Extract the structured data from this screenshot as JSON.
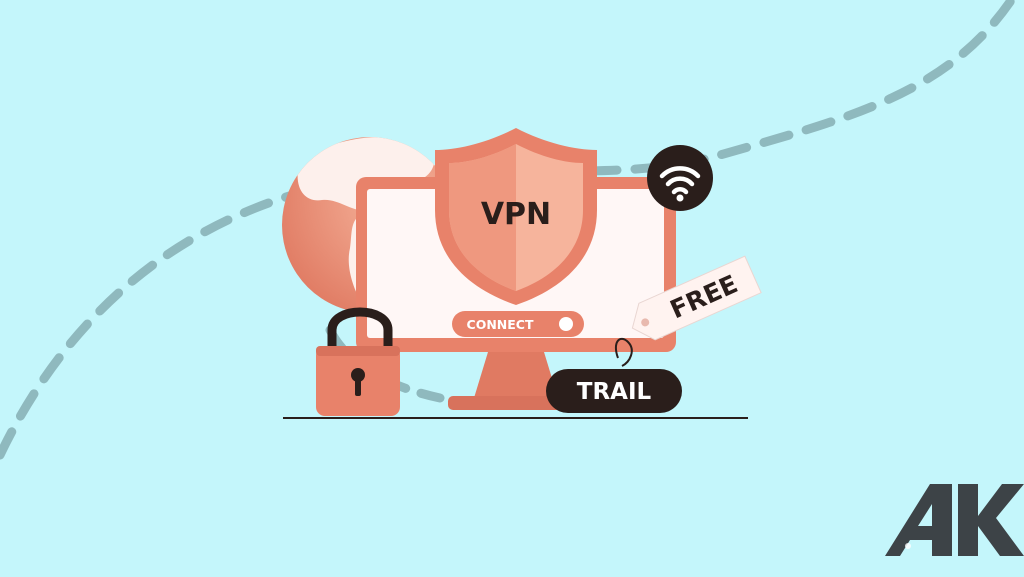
{
  "shield": {
    "label": "VPN"
  },
  "connect_toggle": {
    "label": "CONNECT",
    "state": "on"
  },
  "tag": {
    "label": "FREE"
  },
  "trail_badge": {
    "label": "TRAIL"
  },
  "logo": {
    "text": "AK"
  },
  "icons": [
    "globe-icon",
    "shield-icon",
    "wifi-icon",
    "lock-icon",
    "price-tag-icon",
    "monitor-icon"
  ],
  "colors": {
    "background": "#c4f6fb",
    "dashed_path": "#8fb9be",
    "accent": "#e8826a",
    "accent_dark": "#d8725c",
    "accent_light": "#f6b49c",
    "dark": "#2a1e1b",
    "screen": "#fff7f6"
  }
}
